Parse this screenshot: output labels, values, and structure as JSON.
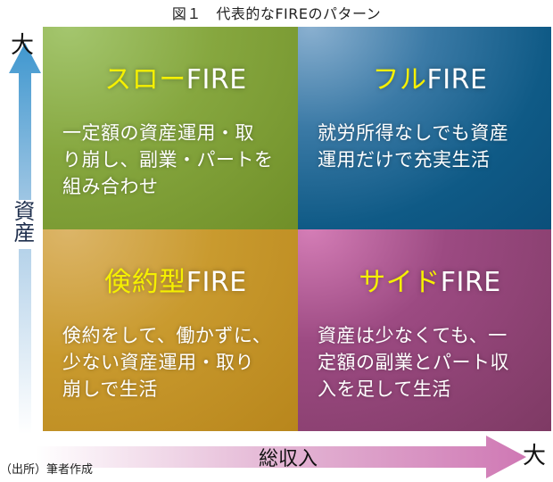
{
  "title": "図１　代表的なFIREのパターン",
  "y_axis": {
    "label": "資産",
    "max_label": "大",
    "arrow_color": "#4a9fd0"
  },
  "x_axis": {
    "label": "総収入",
    "max_label": "大",
    "arrow_color": "#d07ab8"
  },
  "quadrants": {
    "top_left": {
      "title_highlight": "スロー",
      "title_suffix": "FIRE",
      "description": "一定額の資産運用・取り崩し、副業・パートを組み合わせ",
      "lines": [
        "一定額の資産運用・取",
        "り崩し、副業・パートを",
        "組み合わせ"
      ],
      "color": "#7f9f36"
    },
    "top_right": {
      "title_highlight": "フル",
      "title_suffix": "FIRE",
      "description": "就労所得なしでも資産運用だけで充実生活",
      "lines": [
        "就労所得なしでも資産",
        "運用だけで充実生活"
      ],
      "color": "#0f5a86"
    },
    "bottom_left": {
      "title_highlight": "倹約型",
      "title_suffix": "FIRE",
      "description": "倹約をして、働かずに、少ない資産運用・取り崩しで生活",
      "lines": [
        "倹約をして、働かずに、",
        "少ない資産運用・取り",
        "崩しで生活"
      ],
      "color": "#c0901f"
    },
    "bottom_right": {
      "title_highlight": "サイド",
      "title_suffix": "FIRE",
      "description": "資産は少なくても、一定額の副業とパート収入を足して生活",
      "lines": [
        "資産は少なくても、一",
        "定額の副業とパート収",
        "入を足して生活"
      ],
      "color": "#8a416f"
    }
  },
  "source": "（出所）筆者作成",
  "highlight_color": "#f5f000"
}
